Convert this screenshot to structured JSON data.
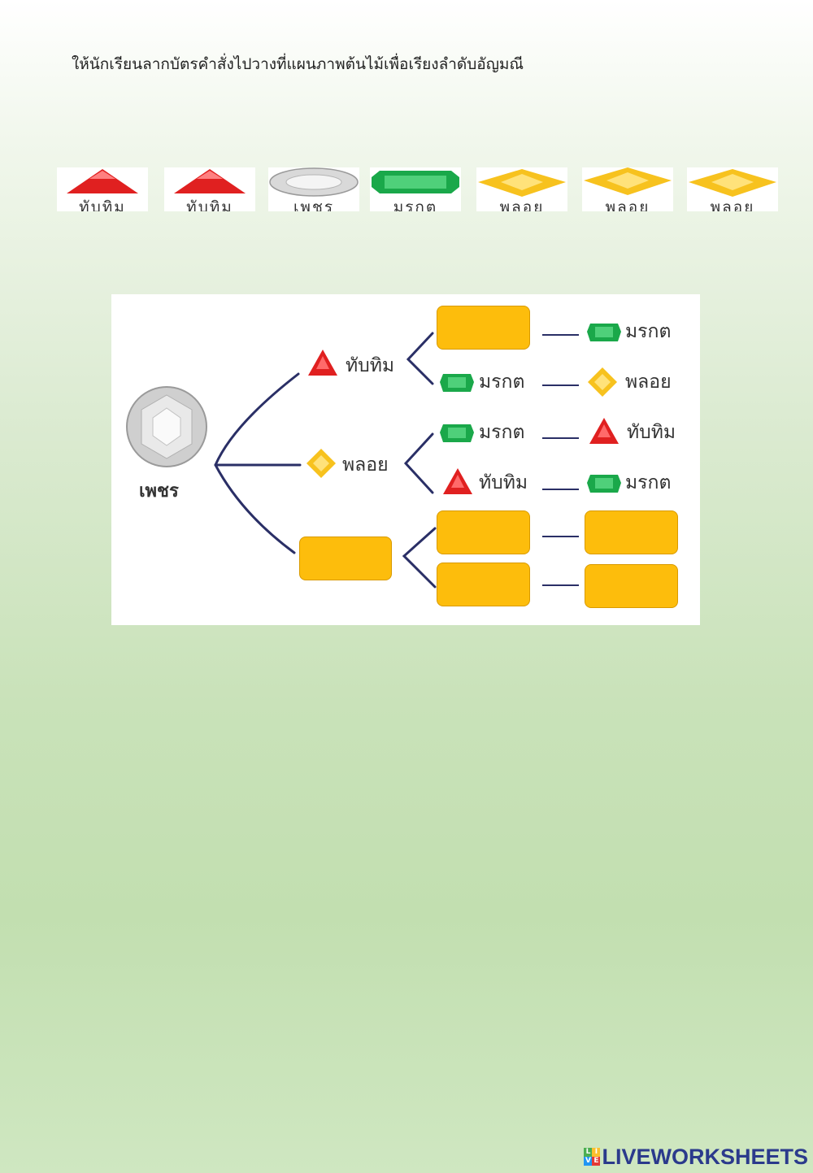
{
  "instruction": "ให้นักเรียนลากบัตรคำสั่งไปวางที่แผนภาพต้นไม้เพื่อเรียงลำดับอัญมณี",
  "cards": [
    {
      "label": "ทับทิม",
      "gem": "ruby-icon"
    },
    {
      "label": "ทับทิม",
      "gem": "ruby-icon"
    },
    {
      "label": "เพชร",
      "gem": "diamond-icon"
    },
    {
      "label": "มรกต",
      "gem": "emerald-icon"
    },
    {
      "label": "พลอย",
      "gem": "topaz-icon"
    },
    {
      "label": "พลอย",
      "gem": "topaz-icon"
    },
    {
      "label": "พลอย",
      "gem": "topaz-icon"
    }
  ],
  "tree": {
    "root": "เพชร",
    "branch1": {
      "label": "ทับทิม",
      "leaf1_end": "มรกต",
      "leaf2_mid": "มรกต",
      "leaf2_end": "พลอย"
    },
    "branch2": {
      "label": "พลอย",
      "leaf1_mid": "มรกต",
      "leaf1_end": "ทับทิม",
      "leaf2_mid": "ทับทิม",
      "leaf2_end": "มรกต"
    }
  },
  "colors": {
    "slot": "#fdbd0c",
    "ruby": "#e02020",
    "emerald": "#1aa84a",
    "topaz": "#f7c21e",
    "brand": "#2b3a8c"
  },
  "brand": {
    "logo_text": "LIVEWORKSHEETS",
    "mark": [
      "L",
      "I",
      "V",
      "E"
    ]
  }
}
